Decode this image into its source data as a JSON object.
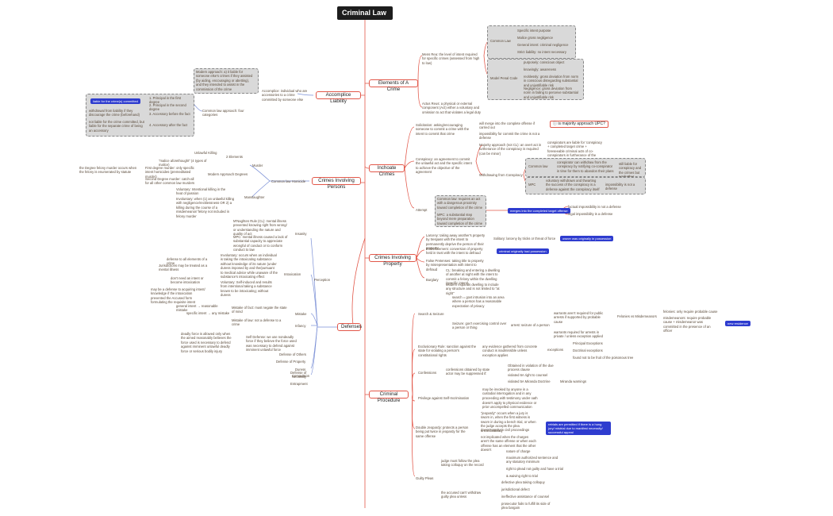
{
  "root": {
    "title": "Criminal Law"
  },
  "branches": {
    "elements": "Elements of A Crime",
    "accomplice": "Accomplice Liability",
    "persons": "Crimes Involving Persons",
    "defenses": "Defenses",
    "inchoate": "Inchoate Crimes",
    "property": "Crimes Involving Property",
    "procedure": "Criminal Procedure"
  },
  "elements": {
    "mens_rea": "Mens Rea: the level of intent required for specific crimes (assessed from high to low)",
    "actus_reus": "Actus Reus: a physical or external component (Act) either a voluntary and omission to act that violates a legal duty",
    "common_law": "Common Law",
    "model_penal": "Model Penal Code",
    "cl_items": [
      "Specific intent purpose",
      "Malice gross negligence",
      "General intent: criminal negligence",
      "Strict liability: no intent necessary"
    ],
    "mpc_items": [
      "purposely: conscious object",
      "knowingly: awareness",
      "recklessly: gross deviation from norm in conscious disregarding substantial and unjustifiable risk",
      "Negligence: gross deviation from norm in failing to perceive substantial and unjustifiable risk"
    ]
  },
  "accomplice": {
    "def": "Accomplice: individual who are accessories to a crime committed by someone else",
    "modern": "Modern approach: a) it liable for someone else's crimes if they assisted (by aiding, encouraging or abetting), and they intended to assist in the commission of the crime",
    "cl_cat": "Common law approach: four categories",
    "cats": [
      "1. Principal in the first degree",
      "2. Principal in the second degree",
      "3. Accessory before the fact",
      "4. Accessory after the fact"
    ],
    "highlight": "liable for the crime(s) committed",
    "withdrawal": "withdrawal from liability if they discourage the crime (beforehand)",
    "not_liable": "not liable for the crime committed, but liable for the separate crime of being an accessory"
  },
  "persons": {
    "homicide": "Common law Homicide",
    "murder": "Murder",
    "manslaughter": "Manslaughter",
    "unlawful": "Unlawful Killing",
    "malice": "\"malice aforethought\" (4 types of malice)",
    "elements": "2 Elements",
    "modern": "Modern Approach Degrees",
    "first": "First degree murder: only specific intent homicides (premeditated murder)",
    "felony": "the Degree felony murder occurs when the felony is enumerated by statute",
    "second": "Second Degree murder: catch-all for all other common law murders",
    "voluntary": "Voluntary: Intentional killing in the heat of passion",
    "involuntary": "Involuntary: when (1) an unlawful killing with negligence/recklessness OR 2) a killing during the course of a misdemeanor/ felony not included in felony murder"
  },
  "defenses": {
    "perception": "Perception",
    "insanity": "Insanity",
    "intoxication": "Intoxication",
    "mistake": "Mistake",
    "infancy": "Infancy",
    "defense_of": "Defense of",
    "compulsion": "Compulsion",
    "mnaghten": "M'Naghten Rule (CL): mental illness prevented knowing right from wrong/ or understanding the nature and quality of act",
    "mpc": "MPC: mental illness caused a lack of substantial capacity to appreciate wrongful of conduct or to conform conduct to law",
    "involuntary": "Involuntary: occurs when an individual is taking the intoxicating substance without knowledge of its nature (under duress imposed by and the/pursuant to medical advice while unaware of the substance's intoxicating effect",
    "vol_defense": "defense to all elements of a crime",
    "vol_insanity": "Jurisdictions may be treated as a mental illness",
    "vol_gen": "don't need an intent or become intoxication",
    "voluntary": "Voluntary: Self-induced and results from intentional taking a substance known to be intoxicating; without duress",
    "may_be": "may be a defense to acquiring intent/ knowledge if the intoxication prevented the Accused form formulating the requisite intent",
    "fact": "Mistake of fact: must negate the state of mind",
    "general": "general intent → reasonable mistake",
    "specific": "specific intent → any mistake",
    "law": "Mistake of law: not a defense to a crime",
    "self": "Self Defense: we use nondeadly force if they believe the force used was necessary to defend against imminent unlawful force",
    "deadly": "deadly force is allowed only when the aimed reasonably believes the force used is necessary to defend against imminent unlawful deadly force or serious bodily injury",
    "others": "Defense of Others",
    "prop": "Defense of Property",
    "duress": "Duress",
    "necessity": "Necessity",
    "entrapment": "Entrapment"
  },
  "inchoate": {
    "solicitation": "Solicitation: asking/encouraging someone to commit a crime with the intent to commit that crime",
    "sol_merge": "will merge into the complete offense if carried out",
    "sol_imposs": "impossibility for commit the crime is not a defense",
    "question": "is majority approach UPC?",
    "conspiracy": "Conspiracy: an agreement to commit the unlawful act and the specific intent to achieve the objective of the agreement",
    "majority": "Majority approach (not CL): an overt act in furtherance of the conspiracy is required (can be minor)",
    "cl_note": "conspirators are liable for 'conspiracy + completed target crime + foreseeable criminal acts of co-conspirators in furtherance of the conspiracy",
    "withdrawal": "Withdrawing from Conspiracy",
    "common_law": "Common law",
    "cl_withdraw": "conspirator can withdraw from the conspiracy by notifying co-conspirator in time for them to abandon their plans",
    "cl_still": "still liable for conspiracy and the crimes but not further crimes",
    "mpc": "MPC",
    "mpc_withdraw": "voluntary withdrawn and thwarting the success of the conspiracy is a defense against the conspiracy itself",
    "mpc_imposs": "impossibility is not a defense",
    "attempt": "Attempt",
    "att_cl": "Common law: requires an act with a dangerous proximity toward completion of the crime",
    "att_mpc": "MPC: a substantial step beyond mere preparation toward completion of the crime",
    "merge": "merges into the completed target offense",
    "factual": "factual impossibility is not a defense",
    "legal": "legal impossibility is a defense"
  },
  "property": {
    "larceny": "Larceny: taking away another's property by trespass with the intent to permanently deprive the person of their property",
    "larc_sol": "Solitary: larceny by tricks or threat of force",
    "larc_hl": "owner was originally in possession",
    "embezzle": "Embezzlement: conversion of property held in trust with the intent to defraud",
    "emb_hl": "criminal originally had possession",
    "false_pretense": "False Pretenses: taking title to property by misrepresentation with intent to defraud",
    "burglary": "Burglary",
    "burg_cl": "CL: breaking and entering a dwelling of another at night with the intent to commit a felony within the dwelling (specific intent)",
    "burg_modern": "Modern expands dwelling to include any structure and is not limited to \"at night\""
  },
  "procedure": {
    "search": "Search & Seizure",
    "s_def": "search = govt intrusion into an area where a person has a reasonable expectation of privacy",
    "s_seizure": "Seizure: gov't exercising control over a person or thing",
    "s_arrest": "arrest: seizure of a person",
    "warrant_not": "warrants aren't required for public arrests if supported by probable cause",
    "felonies": "Felonies vs Misdemeanors",
    "felony_note": "felonies: only require probable cause",
    "misd_note": "misdemeanors: require probable cause + misdemeanor was committed in the presence of an officer",
    "warrants_req": "warrants required for arrests in private / unless exception applied",
    "hl_new": "new residence",
    "exclusionary": "Exclusionary Rule: sanction against the state for violating a person's constitutional rights",
    "excl_any": "any evidence gathered from concrete conduct is inadmissible unless exception applies",
    "exceptions": "exceptions",
    "principal": "Principal Exceptions",
    "doctrinal": "Doctrinal exceptions",
    "found": "found not to be fruit of the poisonous tree",
    "confessions": "Confessions",
    "conf_note": "confessions obtained by state actor may be suppressed if:",
    "obtained": "Obtained in violation of the due process clause",
    "violated_6": "violated 6A right to counsel",
    "violated_5": "violated 5A Miranda Doctrine",
    "miranda": "Miranda warnings",
    "self_incrim": "Privilege against Self-Incrimination",
    "si_may": "may be invoked by anyone in a custodial interrogation and in any proceeding with testimony under oath",
    "si_doesnt": "doesn't apply to physical evidence or prior uncompelled communication",
    "double": "Double Jeopardy: protects a person being put twice in jeopardy for the same offense",
    "dj_jeopardy": "\"jeopardy\" occurs when a jury is sworn in, when the first witness is sworn in during a bench trial, or when the judge accepts the plea unconditionally",
    "dj_civil": "doesn't apply in civil proceedings",
    "dj_not": "not implicated when the charges aren't the same offense or when each offense has an element that the other doesn't",
    "dj_hl": "retrials are permitted if there is a hung jury/ mistrial due to manifest necessity/ successful appeal",
    "guilty": "Guilty Pleas",
    "gp_judge": "judge must follow the plea taking colloquy on the record",
    "gp_items": [
      "nature of charge",
      "maximum authorized sentence and any statutory minimum",
      "right to plead not guilty and have a trial",
      "& waiving right to trial"
    ],
    "gp_accused": "the accused can't withdraw guilty plea unless",
    "gp_reasons": [
      "defective plea taking colloquy",
      "jurisdictional defect",
      "ineffective assistance of counsel",
      "prosecutor fails to fulfill its side of plea bargain"
    ]
  },
  "colors": {
    "branch_border": "#e2584a",
    "highlight": "#2e3ccf",
    "root": "#1d1d1d",
    "grey_box": "#d9d9d9",
    "line": "#e2584a",
    "line_blue": "#7a8fd6"
  }
}
